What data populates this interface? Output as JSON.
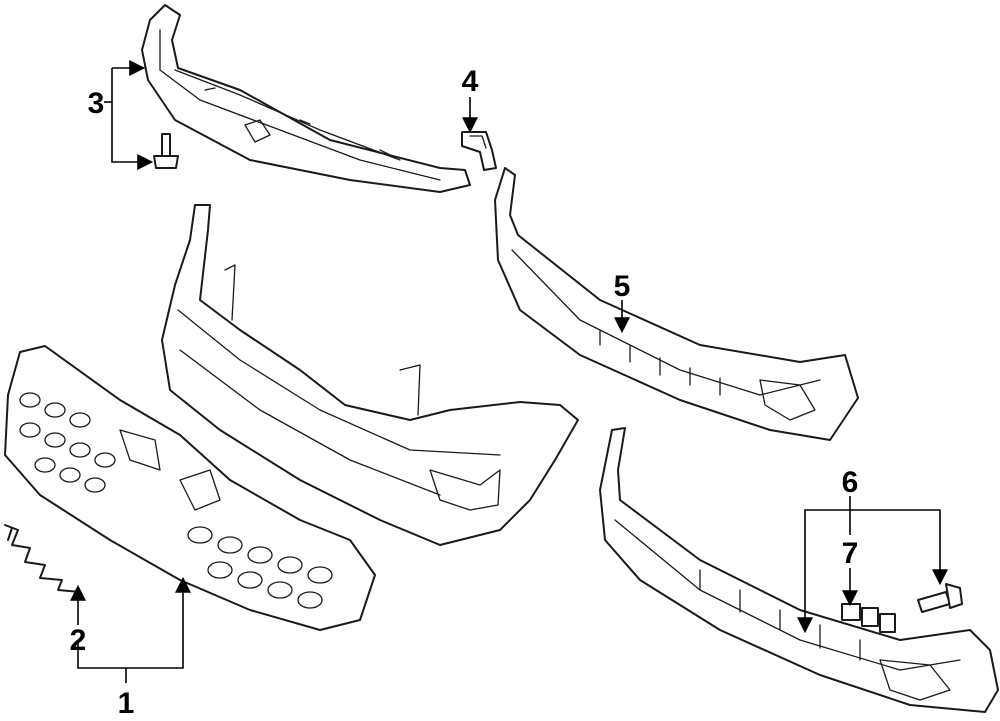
{
  "callouts": [
    {
      "id": "1",
      "label": "1"
    },
    {
      "id": "2",
      "label": "2"
    },
    {
      "id": "3",
      "label": "3"
    },
    {
      "id": "4",
      "label": "4"
    },
    {
      "id": "5",
      "label": "5"
    },
    {
      "id": "6",
      "label": "6"
    },
    {
      "id": "7",
      "label": "7"
    }
  ],
  "colors": {
    "line": "#1a1a1a",
    "background": "#ffffff"
  }
}
